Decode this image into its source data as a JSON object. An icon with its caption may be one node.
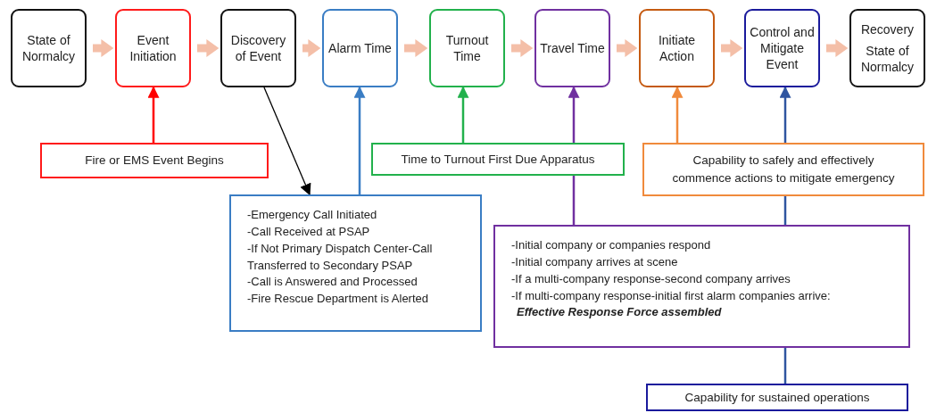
{
  "diagram": {
    "nodes": [
      {
        "text": [
          "State of Normalcy"
        ]
      },
      {
        "text": [
          "Event Initiation"
        ]
      },
      {
        "text": [
          "Discovery of Event"
        ]
      },
      {
        "text": [
          "Alarm Time"
        ]
      },
      {
        "text": [
          "Turnout Time"
        ]
      },
      {
        "text": [
          "Travel Time"
        ]
      },
      {
        "text": [
          "Initiate Action"
        ]
      },
      {
        "text": [
          "Control and Mitigate Event"
        ]
      },
      {
        "text": [
          "Recovery",
          "State of Normalcy"
        ]
      },
      {
        "text": [
          "Fire or EMS Event Begins"
        ]
      },
      {
        "text": [
          "Time to Turnout First Due Apparatus"
        ]
      },
      {
        "text": [
          "Capability to safely and effectively commence actions to mitigate emergency"
        ]
      },
      {
        "text": [
          "-Emergency Call Initiated",
          "-Call Received at PSAP",
          "-If Not Primary Dispatch Center-Call Transferred to Secondary PSAP",
          "-Call is Answered and Processed",
          "-Fire Rescue Department is Alerted"
        ]
      },
      {
        "text": [
          "-Initial company or companies respond",
          "-Initial company arrives at scene",
          "-If a multi-company response-second company arrives",
          "-If multi-company response-initial first alarm companies arrive:",
          "Effective Response Force assembled"
        ]
      },
      {
        "text": [
          "Capability for sustained operations"
        ]
      }
    ],
    "edges": [
      {
        "from": 0,
        "to": 1,
        "arrow": "to",
        "style": "thick",
        "color": "#f4bfa8"
      },
      {
        "from": 1,
        "to": 2,
        "arrow": "to",
        "style": "thick",
        "color": "#f4bfa8"
      },
      {
        "from": 2,
        "to": 3,
        "arrow": "to",
        "style": "thick",
        "color": "#f4bfa8"
      },
      {
        "from": 3,
        "to": 4,
        "arrow": "to",
        "style": "thick",
        "color": "#f4bfa8"
      },
      {
        "from": 4,
        "to": 5,
        "arrow": "to",
        "style": "thick",
        "color": "#f4bfa8"
      },
      {
        "from": 5,
        "to": 6,
        "arrow": "to",
        "style": "thick",
        "color": "#f4bfa8"
      },
      {
        "from": 6,
        "to": 7,
        "arrow": "to",
        "style": "thick",
        "color": "#f4bfa8"
      },
      {
        "from": 7,
        "to": 8,
        "arrow": "to",
        "style": "thick",
        "color": "#f4bfa8"
      },
      {
        "from": 9,
        "to": 1,
        "arrow": "to",
        "color": "#ff0000"
      },
      {
        "from": 2,
        "to": 12,
        "arrow": "to",
        "color": "#000000"
      },
      {
        "from": 12,
        "to": 3,
        "arrow": "to",
        "color": "#3a7dc4"
      },
      {
        "from": 10,
        "to": 4,
        "arrow": "to",
        "color": "#22b14c"
      },
      {
        "from": 10,
        "to": 5,
        "arrow": "to",
        "color": "#7030a0"
      },
      {
        "from": 13,
        "to": 10,
        "arrow": "none",
        "color": "#7030a0"
      },
      {
        "from": 11,
        "to": 6,
        "arrow": "to",
        "color": "#f08a3c"
      },
      {
        "from": 11,
        "to": 7,
        "arrow": "to",
        "color": "#2f55a0"
      },
      {
        "from": 13,
        "to": 11,
        "arrow": "none",
        "color": "#2f55a0"
      },
      {
        "from": 14,
        "to": 13,
        "arrow": "none",
        "color": "#2f55a0"
      }
    ]
  }
}
